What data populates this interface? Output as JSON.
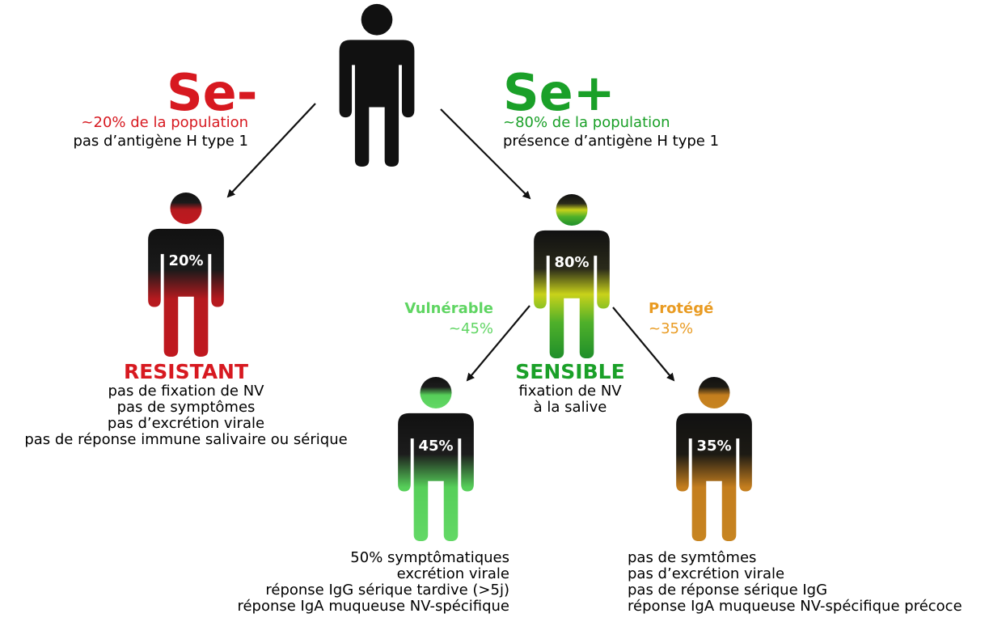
{
  "colors": {
    "red": "#d71920",
    "green": "#1aa028",
    "light_green": "#5fd562",
    "orange": "#e99b22",
    "figure_black": "#111111"
  },
  "left": {
    "title": "Se-",
    "pop": "~20% de la population",
    "antigen": "pas d’antigène H type 1",
    "figure_pct": "20%",
    "label": "RESISTANT",
    "desc": [
      "pas de fixation de NV",
      "pas de symptômes",
      "pas d’excrétion virale",
      "pas de réponse immune salivaire ou sérique"
    ]
  },
  "right": {
    "title": "Se+",
    "pop": "~80% de la population",
    "antigen": "présence d’antigène H type 1",
    "figure_pct": "80%",
    "label": "SENSIBLE",
    "desc": [
      "fixation de NV",
      "à la salive"
    ]
  },
  "vulnerable": {
    "label": "Vulnérable",
    "pct_text": "~45%",
    "figure_pct": "45%",
    "desc": [
      "50% symptômatiques",
      "excrétion virale",
      "réponse IgG sérique tardive (>5j)",
      "réponse IgA muqueuse NV-spécifique"
    ]
  },
  "protected": {
    "label": "Protégé",
    "pct_text": "~35%",
    "figure_pct": "35%",
    "desc": [
      "pas de symtômes",
      "pas d’excrétion virale",
      "pas de réponse sérique IgG",
      "réponse IgA muqueuse NV-spécifique précoce"
    ]
  }
}
